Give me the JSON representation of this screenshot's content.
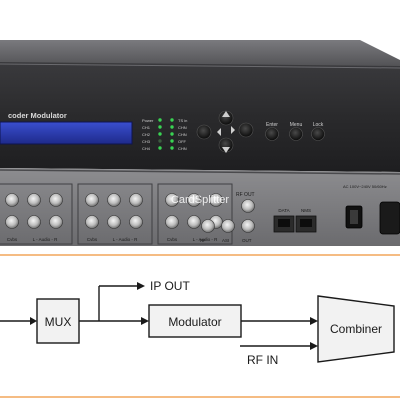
{
  "device": {
    "front_panel": {
      "title": "Encoder Modulator",
      "title_fragment": "coder Modulator",
      "leds": [
        {
          "label": "Power",
          "state": "On"
        },
        {
          "label": "CH1",
          "state": "On"
        },
        {
          "label": "CH2",
          "state": "On"
        },
        {
          "label": "CH3",
          "state": "Off"
        },
        {
          "label": "CH4",
          "state": "On"
        }
      ],
      "led_status_labels": [
        "TS in",
        "CHN",
        "CHN",
        "OFF",
        "CHN"
      ],
      "buttons": [
        {
          "label": "Enter"
        },
        {
          "label": "Menu"
        },
        {
          "label": "Lock"
        }
      ]
    },
    "rear_panel": {
      "input_group_labels": [
        "Cvbs",
        "L - Audio - R",
        "Cvbs",
        "L - Audio - R",
        "Cvbs",
        "L - Audio - R"
      ],
      "port_labels": {
        "rf_out": "RF OUT",
        "data": "DATA",
        "nms": "NMS",
        "rf": "RF",
        "asi": "ASI",
        "out": "OUT",
        "power": "AC 100V~240V 50/60Hz"
      },
      "watermark": "CardSplitter"
    }
  },
  "diagram": {
    "nodes": {
      "mux": "MUX",
      "modulator": "Modulator",
      "combiner": "Combiner"
    },
    "labels": {
      "ip_out": "IP OUT",
      "rf_in": "RF IN"
    },
    "colors": {
      "line": "#1a1a1a",
      "divider": "#f2a65a",
      "box_fill": "#f2f2f2"
    }
  }
}
